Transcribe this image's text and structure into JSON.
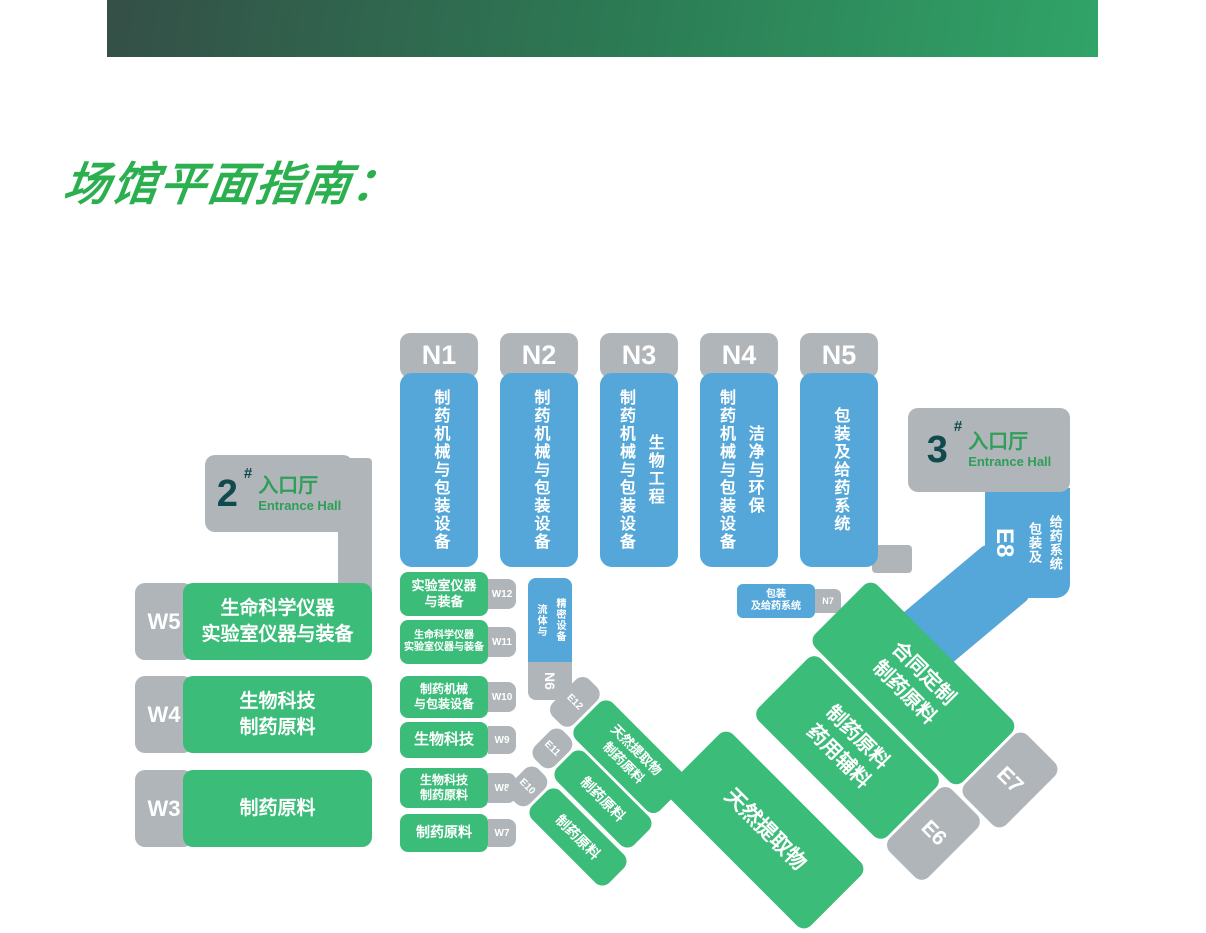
{
  "title": "场馆平面指南：",
  "colors": {
    "hall_green": "#3bbc79",
    "hall_blue": "#54a7d8",
    "tab_gray": "#afb5b9",
    "title_green": "#2caf4f",
    "entrance_number": "#114a4e",
    "entrance_green": "#2f9e59"
  },
  "entrances": [
    {
      "number": "2",
      "hash": "#",
      "label": "入口厅",
      "sublabel": "Entrance Hall"
    },
    {
      "number": "3",
      "hash": "#",
      "label": "入口厅",
      "sublabel": "Entrance Hall"
    }
  ],
  "north_halls": [
    {
      "id": "N1",
      "lines": [
        "制药机械与包装设备"
      ]
    },
    {
      "id": "N2",
      "lines": [
        "制药机械与包装设备"
      ]
    },
    {
      "id": "N3",
      "lines": [
        "制药机械与包装设备",
        "生物工程"
      ]
    },
    {
      "id": "N4",
      "lines": [
        "制药机械与包装设备",
        "洁净与环保"
      ]
    },
    {
      "id": "N5",
      "lines": [
        "包装及给药系统"
      ]
    }
  ],
  "n6": {
    "id": "N6",
    "lines": [
      "流体与",
      "精密设备"
    ]
  },
  "n7": {
    "id": "N7",
    "lines": [
      "包装",
      "及给药系统"
    ]
  },
  "west_large": [
    {
      "id": "W5",
      "lines": [
        "生命科学仪器",
        "实验室仪器与装备"
      ]
    },
    {
      "id": "W4",
      "lines": [
        "生物科技",
        "制药原料"
      ]
    },
    {
      "id": "W3",
      "lines": [
        "制药原料"
      ]
    }
  ],
  "west_small": [
    {
      "id": "W12",
      "lines": [
        "实验室仪器",
        "与装备"
      ]
    },
    {
      "id": "W11",
      "lines": [
        "生命科学仪器",
        "实验室仪器与装备"
      ]
    },
    {
      "id": "W10",
      "lines": [
        "制药机械",
        "与包装设备"
      ]
    },
    {
      "id": "W9",
      "lines": [
        "生物科技"
      ]
    },
    {
      "id": "W8",
      "lines": [
        "生物科技",
        "制药原料"
      ]
    },
    {
      "id": "W7",
      "lines": [
        "制药原料"
      ]
    }
  ],
  "e8": {
    "id": "E8",
    "lines": [
      "包装及",
      "给药系统"
    ]
  },
  "east_diagonal": [
    {
      "id": "E7",
      "lines": [
        "合同定制",
        "制药原料"
      ]
    },
    {
      "id": "E6",
      "lines": [
        "制药原料",
        "药用辅料"
      ]
    },
    {
      "id": "",
      "lines": [
        "天然提取物"
      ]
    },
    {
      "id": "E12",
      "lines": [
        "天然提取物",
        "制药原料"
      ]
    },
    {
      "id": "E11",
      "lines": [
        "制药原料"
      ]
    },
    {
      "id": "E10",
      "lines": [
        "制药原料"
      ]
    }
  ]
}
